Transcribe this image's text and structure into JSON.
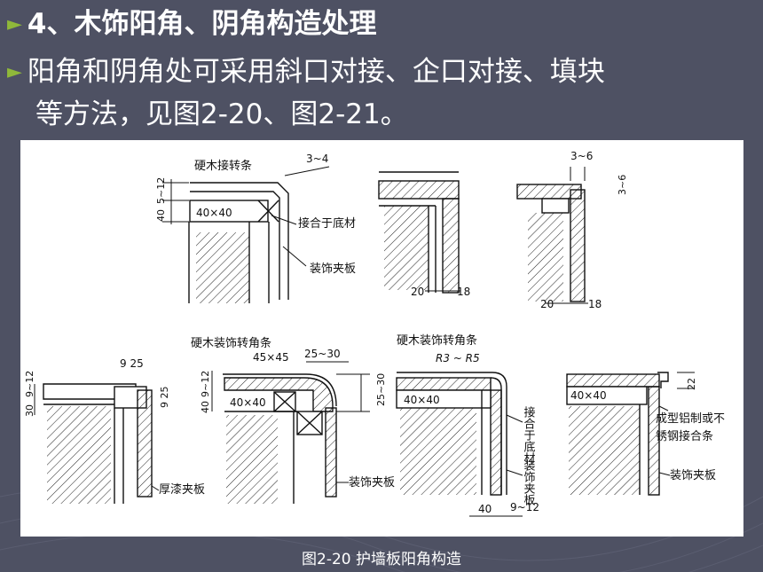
{
  "slide": {
    "bullet1": "4、木饰阳角、阴角构造处理",
    "bullet2_line1": "阳角和阴角处可采用斜口对接、企口对接、填块",
    "bullet2_line2": "等方法，见图2-20、图2-21。",
    "caption": "图2-20  护墙板阳角构造",
    "colors": {
      "background": "#4e5163",
      "bullet_arrow": "#8fb83a",
      "text": "#ffffff"
    }
  },
  "diagram": {
    "fig1": {
      "label_top": "硬木接转条",
      "gap": "3~4",
      "dim_left": "5~12",
      "dim_left2": "40",
      "block": "40×40",
      "note1": "接合于底材",
      "note2": "装饰夹板"
    },
    "fig2": {
      "dim_a": "20",
      "dim_b": "18"
    },
    "fig3": {
      "gap_top": "3~6",
      "gap_side": "3~6",
      "dim_a": "20",
      "dim_b": "18"
    },
    "fig4": {
      "dim_top": "9 25",
      "dim_left": "9~12",
      "dim_left2": "30",
      "dim_side": "9 25",
      "note": "厚漆夹板"
    },
    "fig5": {
      "label": "硬木装饰转角条",
      "size": "45×45",
      "dim_top": "25~30",
      "dim_left": "9~12",
      "dim_left2": "40",
      "dim_right": "25~30",
      "block": "40×40",
      "note": "装饰夹板"
    },
    "fig6": {
      "label": "硬木装饰转角条",
      "radius": "R3 ~ R5",
      "block": "40×40",
      "note1": "接合于底材",
      "note2": "装饰夹板",
      "dim_bottom1": "40",
      "dim_bottom2": "9~12"
    },
    "fig7": {
      "block": "40×40",
      "dim_side": "22",
      "note1a": "成型铝制或不",
      "note1b": "锈钢接合条",
      "note2": "装饰夹板"
    }
  }
}
